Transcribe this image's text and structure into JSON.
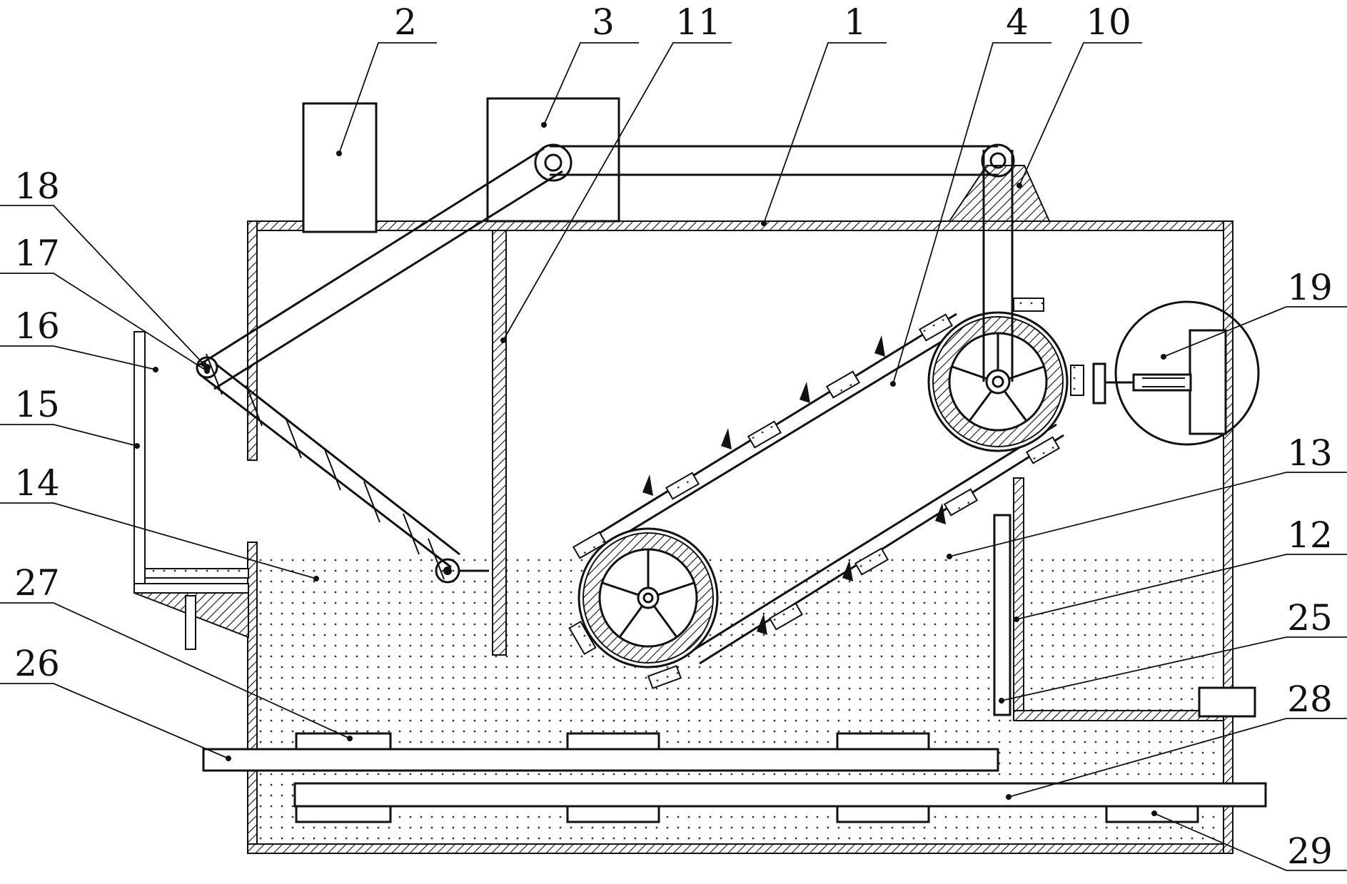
{
  "labels": {
    "l1": "1",
    "l2": "2",
    "l3": "3",
    "l4": "4",
    "l10": "10",
    "l11": "11",
    "l12": "12",
    "l13": "13",
    "l14": "14",
    "l15": "15",
    "l16": "16",
    "l17": "17",
    "l18": "18",
    "l19": "19",
    "l25": "25",
    "l26": "26",
    "l27": "27",
    "l28": "28",
    "l29": "29"
  },
  "colors": {
    "line": "#111111",
    "hatch": "#111111",
    "liquid_dot": "#333333",
    "background": "#ffffff"
  }
}
